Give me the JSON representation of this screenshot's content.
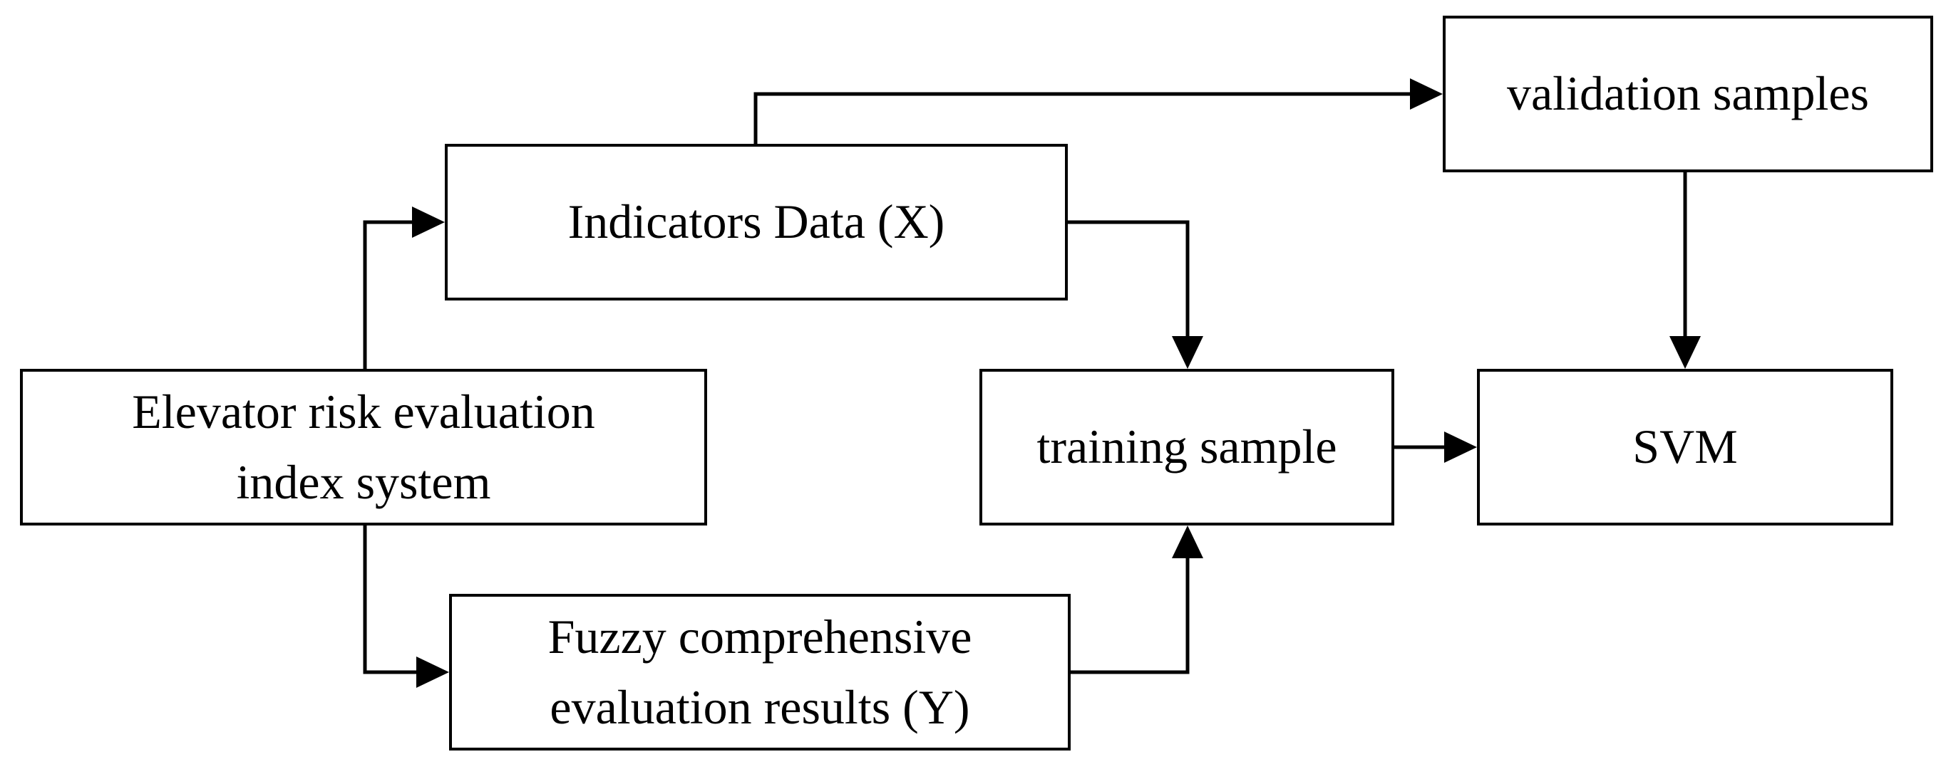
{
  "diagram": {
    "nodes": {
      "validation": {
        "label": "validation samples"
      },
      "indicators": {
        "label": "Indicators Data (X)"
      },
      "elevator": {
        "line1": "Elevator risk evaluation",
        "line2": "index system"
      },
      "training": {
        "label": "training sample"
      },
      "svm": {
        "label": "SVM"
      },
      "fuzzy": {
        "line1": "Fuzzy comprehensive",
        "line2": "evaluation results (Y)"
      }
    },
    "edges": [
      {
        "from": "elevator",
        "to": "indicators"
      },
      {
        "from": "elevator",
        "to": "fuzzy"
      },
      {
        "from": "indicators",
        "to": "validation"
      },
      {
        "from": "indicators",
        "to": "training"
      },
      {
        "from": "fuzzy",
        "to": "training"
      },
      {
        "from": "training",
        "to": "svm"
      },
      {
        "from": "validation",
        "to": "svm"
      }
    ],
    "colors": {
      "stroke": "#000000",
      "background": "#ffffff"
    }
  }
}
